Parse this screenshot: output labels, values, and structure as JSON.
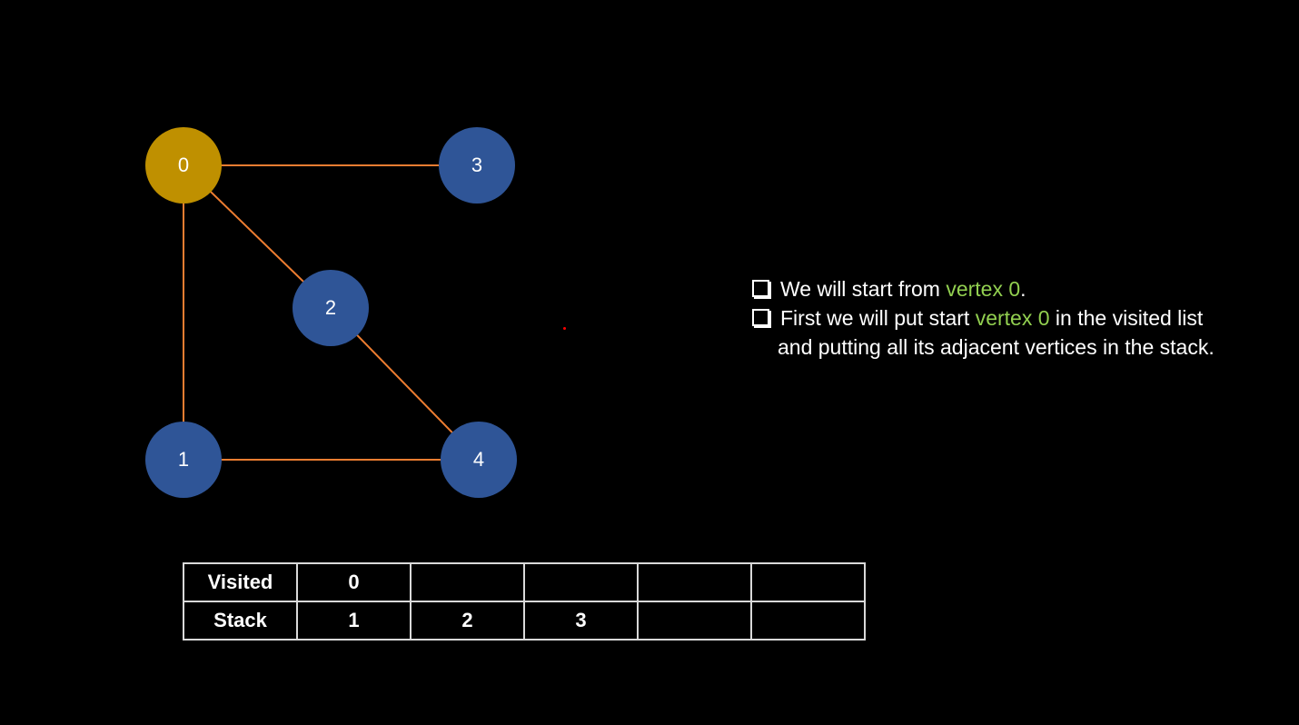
{
  "colors": {
    "edge": "#ed7d31",
    "node_default": "#2f5597",
    "node_active": "#bf9000",
    "highlight": "#92d050",
    "text": "#ffffff",
    "table_border": "#d9d9d9"
  },
  "graph": {
    "nodes": [
      {
        "id": "0",
        "label": "0",
        "state": "active"
      },
      {
        "id": "3",
        "label": "3",
        "state": "default"
      },
      {
        "id": "2",
        "label": "2",
        "state": "default"
      },
      {
        "id": "1",
        "label": "1",
        "state": "default"
      },
      {
        "id": "4",
        "label": "4",
        "state": "default"
      }
    ],
    "edges": [
      [
        "0",
        "3"
      ],
      [
        "0",
        "2"
      ],
      [
        "0",
        "1"
      ],
      [
        "2",
        "4"
      ],
      [
        "1",
        "4"
      ]
    ]
  },
  "notes": {
    "n1_a": "We will start from ",
    "n1_hl": "vertex 0",
    "n1_b": ".",
    "n2_a": "First we will put start ",
    "n2_hl": "vertex 0",
    "n2_b": " in the visited list",
    "n2_c": "and putting all its adjacent vertices in the stack."
  },
  "table": {
    "visited_label": "Visited",
    "visited": [
      "0",
      "",
      "",
      "",
      ""
    ],
    "stack_label": "Stack",
    "stack": [
      "1",
      "2",
      "3",
      "",
      ""
    ]
  }
}
